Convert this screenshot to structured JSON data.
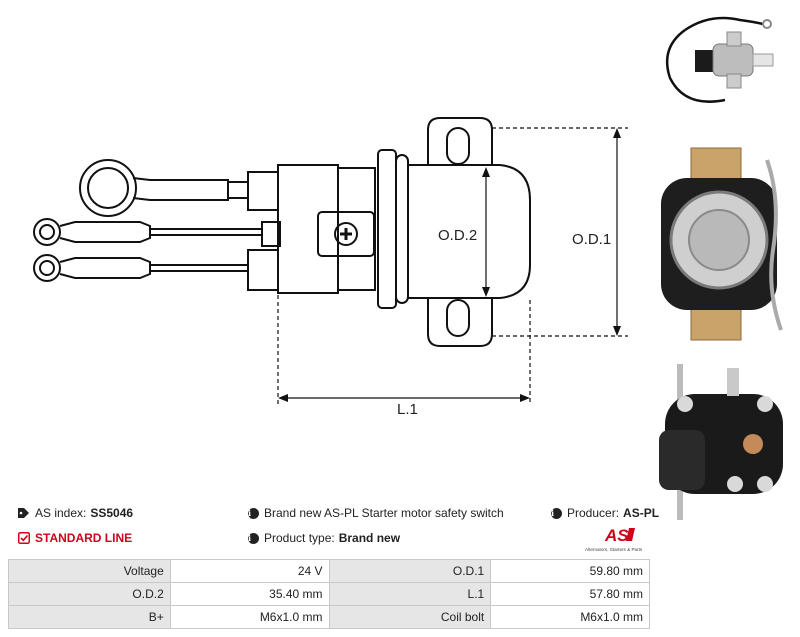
{
  "drawing": {
    "dim_od1": "O.D.1",
    "dim_od2": "O.D.2",
    "dim_l1": "L.1"
  },
  "info": {
    "as_index_label": "AS index:",
    "as_index_value": "SS5046",
    "standard_line": "STANDARD LINE",
    "description": "Brand new AS-PL Starter motor safety switch",
    "product_type_label": "Product type:",
    "product_type_value": "Brand new",
    "producer_label": "Producer:",
    "producer_value": "AS-PL"
  },
  "logo": {
    "mark": "AS",
    "tagline": "Alternators, Starters & Parts",
    "color": "#d0021b"
  },
  "specs": [
    {
      "label": "Voltage",
      "value": "24 V",
      "label2": "O.D.1",
      "value2": "59.80 mm"
    },
    {
      "label": "O.D.2",
      "value": "35.40 mm",
      "label2": "L.1",
      "value2": "57.80 mm"
    },
    {
      "label": "B+",
      "value": "M6x1.0 mm",
      "label2": "Coil bolt",
      "value2": "M6x1.0 mm"
    }
  ],
  "icons": [
    "tag-icon",
    "info-icon",
    "checkbox-icon"
  ]
}
